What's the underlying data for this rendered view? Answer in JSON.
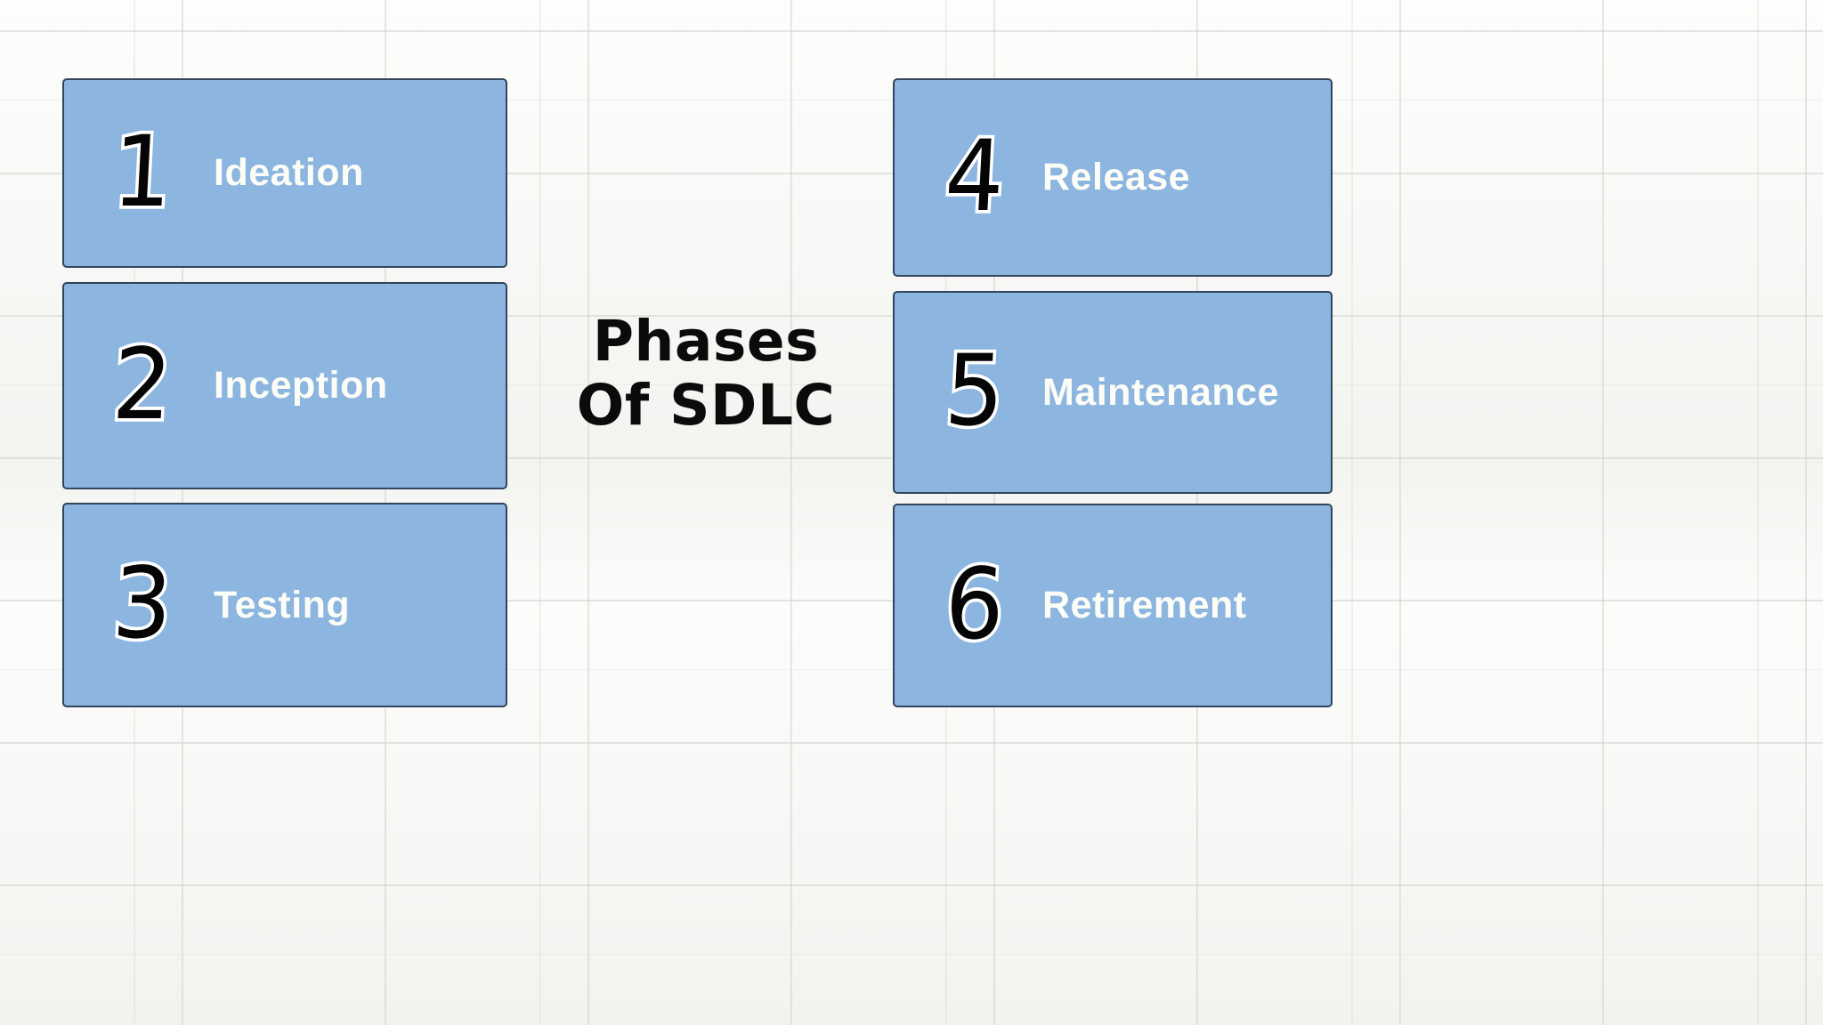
{
  "meta": {
    "background_color": "#f3f3f0",
    "card_fill_color": "#8cb6e0",
    "card_border_color": "#31455c",
    "label_color": "#fdfdf7",
    "number_color": "#050505",
    "number_outline_color": "#ffffff",
    "title_color": "#0b0b0b"
  },
  "title": {
    "line1": "Phases",
    "line2": "Of SDLC",
    "full": "Phases Of SDLC"
  },
  "left_column": [
    {
      "number": "1",
      "label": "Ideation"
    },
    {
      "number": "2",
      "label": "Inception"
    },
    {
      "number": "3",
      "label": "Testing"
    }
  ],
  "right_column": [
    {
      "number": "4",
      "label": "Release"
    },
    {
      "number": "5",
      "label": "Maintenance"
    },
    {
      "number": "6",
      "label": "Retirement"
    }
  ]
}
